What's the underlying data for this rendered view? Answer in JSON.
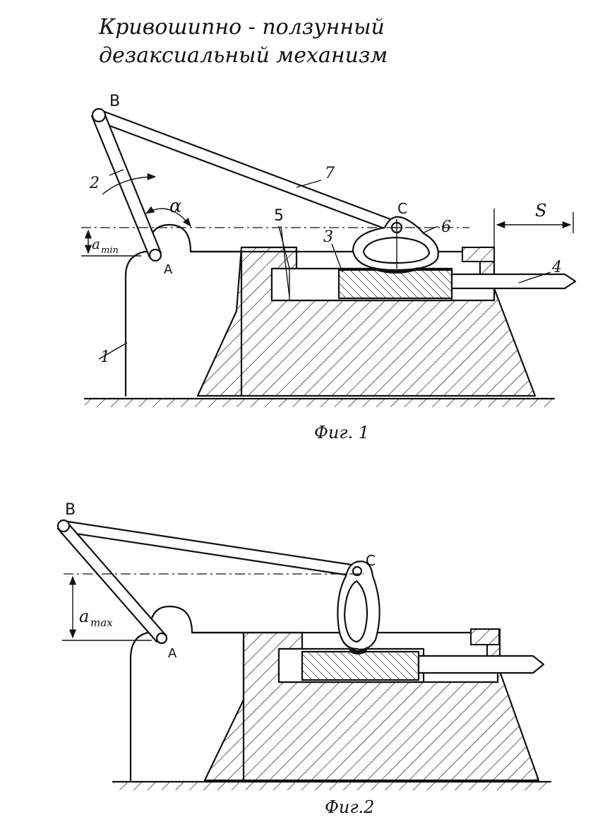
{
  "title_line1": "Кривошипно - ползунный",
  "title_line2": "дезаксиальный механизм",
  "fig1": {
    "caption": "Фиг. 1",
    "label_B": "B",
    "label_A": "A",
    "label_C": "C",
    "label_alpha": "α",
    "label_amin": "a",
    "label_amin_sub": "min",
    "label_S": "S",
    "part_1": "1",
    "part_2": "2",
    "part_3": "3",
    "part_4": "4",
    "part_5": "5",
    "part_6": "6",
    "part_7": "7"
  },
  "fig2": {
    "caption": "Фиг.2",
    "label_B": "B",
    "label_A": "A",
    "label_C": "C",
    "label_amax": "a",
    "label_amax_sub": "max"
  },
  "colors": {
    "ink": "#111111",
    "paper": "#ffffff"
  }
}
